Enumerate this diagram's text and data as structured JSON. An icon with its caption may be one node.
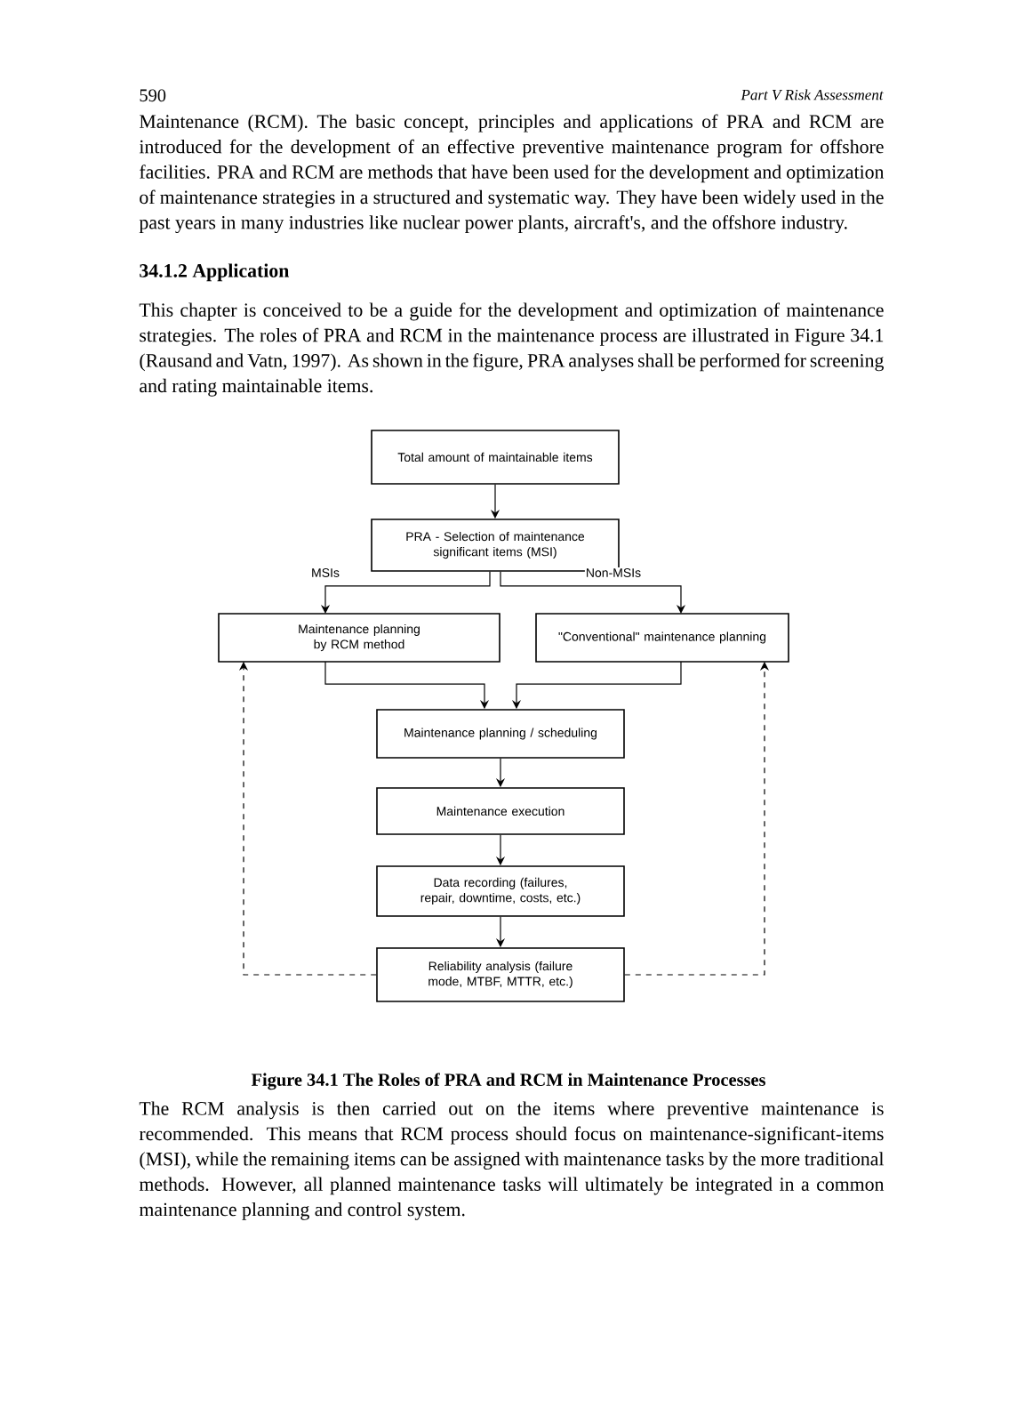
{
  "diagram": {
    "caption": "Figure 34.1 The Roles of PRA and RCM in Maintenance Processes",
    "nodes": [
      {
        "text": [
          "Total amount of maintainable items"
        ]
      },
      {
        "text": [
          "PRA - Selection of maintenance significant items (MSI)"
        ]
      },
      {
        "text": [
          "Maintenance planning by RCM method"
        ]
      },
      {
        "text": [
          "\"Conventional\" maintenance planning"
        ]
      },
      {
        "text": [
          "Maintenance planning / scheduling"
        ]
      },
      {
        "text": [
          "Maintenance execution"
        ]
      },
      {
        "text": [
          "Data recording (failures, repair, downtime, costs, etc.)"
        ]
      },
      {
        "text": [
          "Reliability analysis (failure mode, MTBF, MTTR, etc.)"
        ]
      }
    ],
    "edges": [
      {
        "from": 0,
        "to": 1,
        "arrow": "to"
      },
      {
        "from": 1,
        "to": 2,
        "arrow": "to",
        "label": "MSIs"
      },
      {
        "from": 1,
        "to": 3,
        "arrow": "to",
        "label": "Non-MSIs"
      },
      {
        "from": 2,
        "to": 4,
        "arrow": "to"
      },
      {
        "from": 3,
        "to": 4,
        "arrow": "to"
      },
      {
        "from": 4,
        "to": 5,
        "arrow": "to"
      },
      {
        "from": 5,
        "to": 6,
        "arrow": "to"
      },
      {
        "from": 6,
        "to": 7,
        "arrow": "to"
      },
      {
        "from": 7,
        "to": 2,
        "arrow": "to",
        "style": "dashed"
      },
      {
        "from": 7,
        "to": 3,
        "arrow": "to",
        "style": "dashed"
      }
    ],
    "labels": [
      "590",
      "Part V Risk Assessment",
      "Maintenance (RCM). The basic concept, principles and applications of PRA and RCM are introduced for the development of an effective preventive maintenance program for offshore facilities. PRA and RCM are methods that have been used for the development and optimization of maintenance strategies in a structured and systematic way. They have been widely used in the past years in many industries like nuclear power plants, aircraft's, and the offshore industry.",
      "34.1.2 Application",
      "This chapter is conceived to be a guide for the development and optimization of maintenance strategies. The roles of PRA and RCM in the maintenance process are illustrated in Figure 34.1 (Rausand and Vatn, 1997). As shown in the figure, PRA analyses shall be performed for screening and rating maintainable items.",
      "The RCM analysis is then carried out on the items where preventive maintenance is recommended. This means that RCM process should focus on maintenance-significant-items (MSI), while the remaining items can be assigned with maintenance tasks by the more traditional methods. However, all planned maintenance tasks will ultimately be integrated in a common maintenance planning and control system."
    ]
  }
}
